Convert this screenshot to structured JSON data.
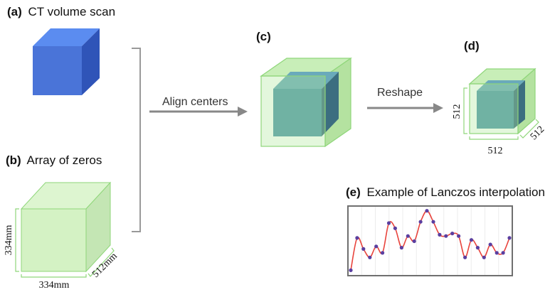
{
  "panels": {
    "a": {
      "tag": "(a)",
      "title": "CT volume scan"
    },
    "b": {
      "tag": "(b)",
      "title": "Array of zeros",
      "height_label": "334mm",
      "width_label": "334mm",
      "depth_label": "512mm"
    },
    "c": {
      "tag": "(c)"
    },
    "d": {
      "tag": "(d)",
      "height_label": "512",
      "width_label": "512",
      "depth_label": "512"
    },
    "e": {
      "tag": "(e)",
      "title": "Example of Lanczos interpolation"
    }
  },
  "arrows": {
    "align": "Align centers",
    "reshape": "Reshape"
  },
  "colors": {
    "ct_cube": "#4a74d8",
    "zero_array": "#d4f2c4",
    "zero_array_border": "#8fd67a",
    "aligned_cube": "#4f96a8",
    "arrow": "#888888",
    "interp_line": "#e8433c",
    "interp_point": "#5a3fa0"
  },
  "chart_data": {
    "type": "line",
    "values": [
      0.05,
      0.55,
      0.38,
      0.25,
      0.42,
      0.32,
      0.78,
      0.7,
      0.4,
      0.58,
      0.5,
      0.8,
      0.97,
      0.8,
      0.6,
      0.58,
      0.62,
      0.58,
      0.25,
      0.52,
      0.4,
      0.25,
      0.45,
      0.32,
      0.32,
      0.55
    ],
    "grid": true,
    "xaxis": false,
    "yaxis": false
  }
}
